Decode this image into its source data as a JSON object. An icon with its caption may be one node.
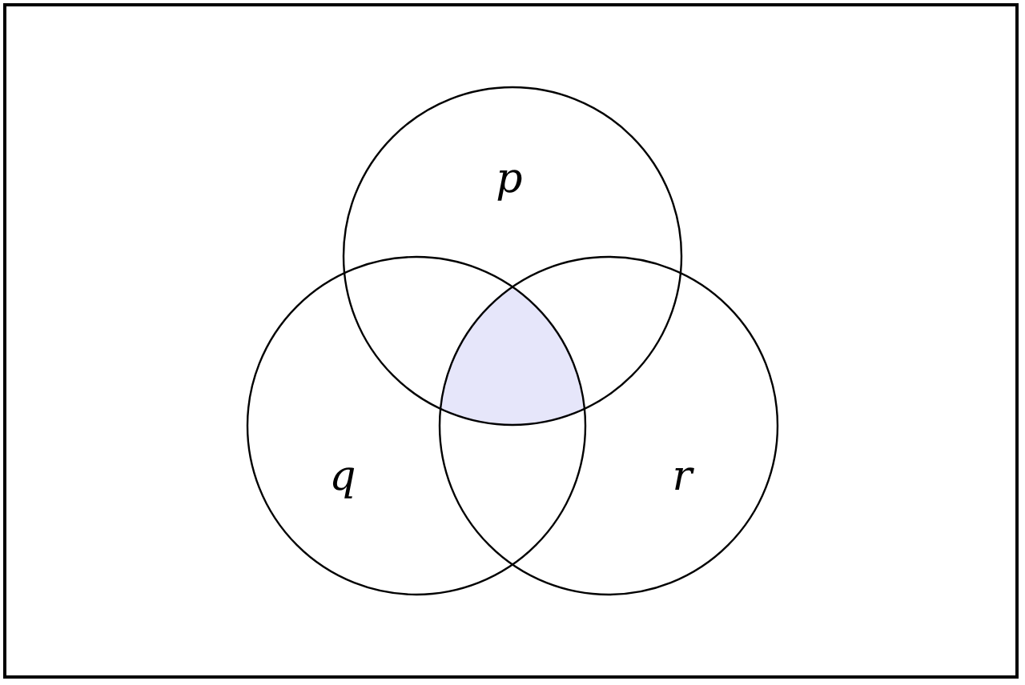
{
  "diagram": {
    "nodes": [
      {
        "text": [
          "p"
        ]
      },
      {
        "text": [
          "q"
        ]
      },
      {
        "text": [
          "r"
        ]
      },
      {
        "text": [],
        "shape": "region"
      }
    ],
    "edges": []
  }
}
